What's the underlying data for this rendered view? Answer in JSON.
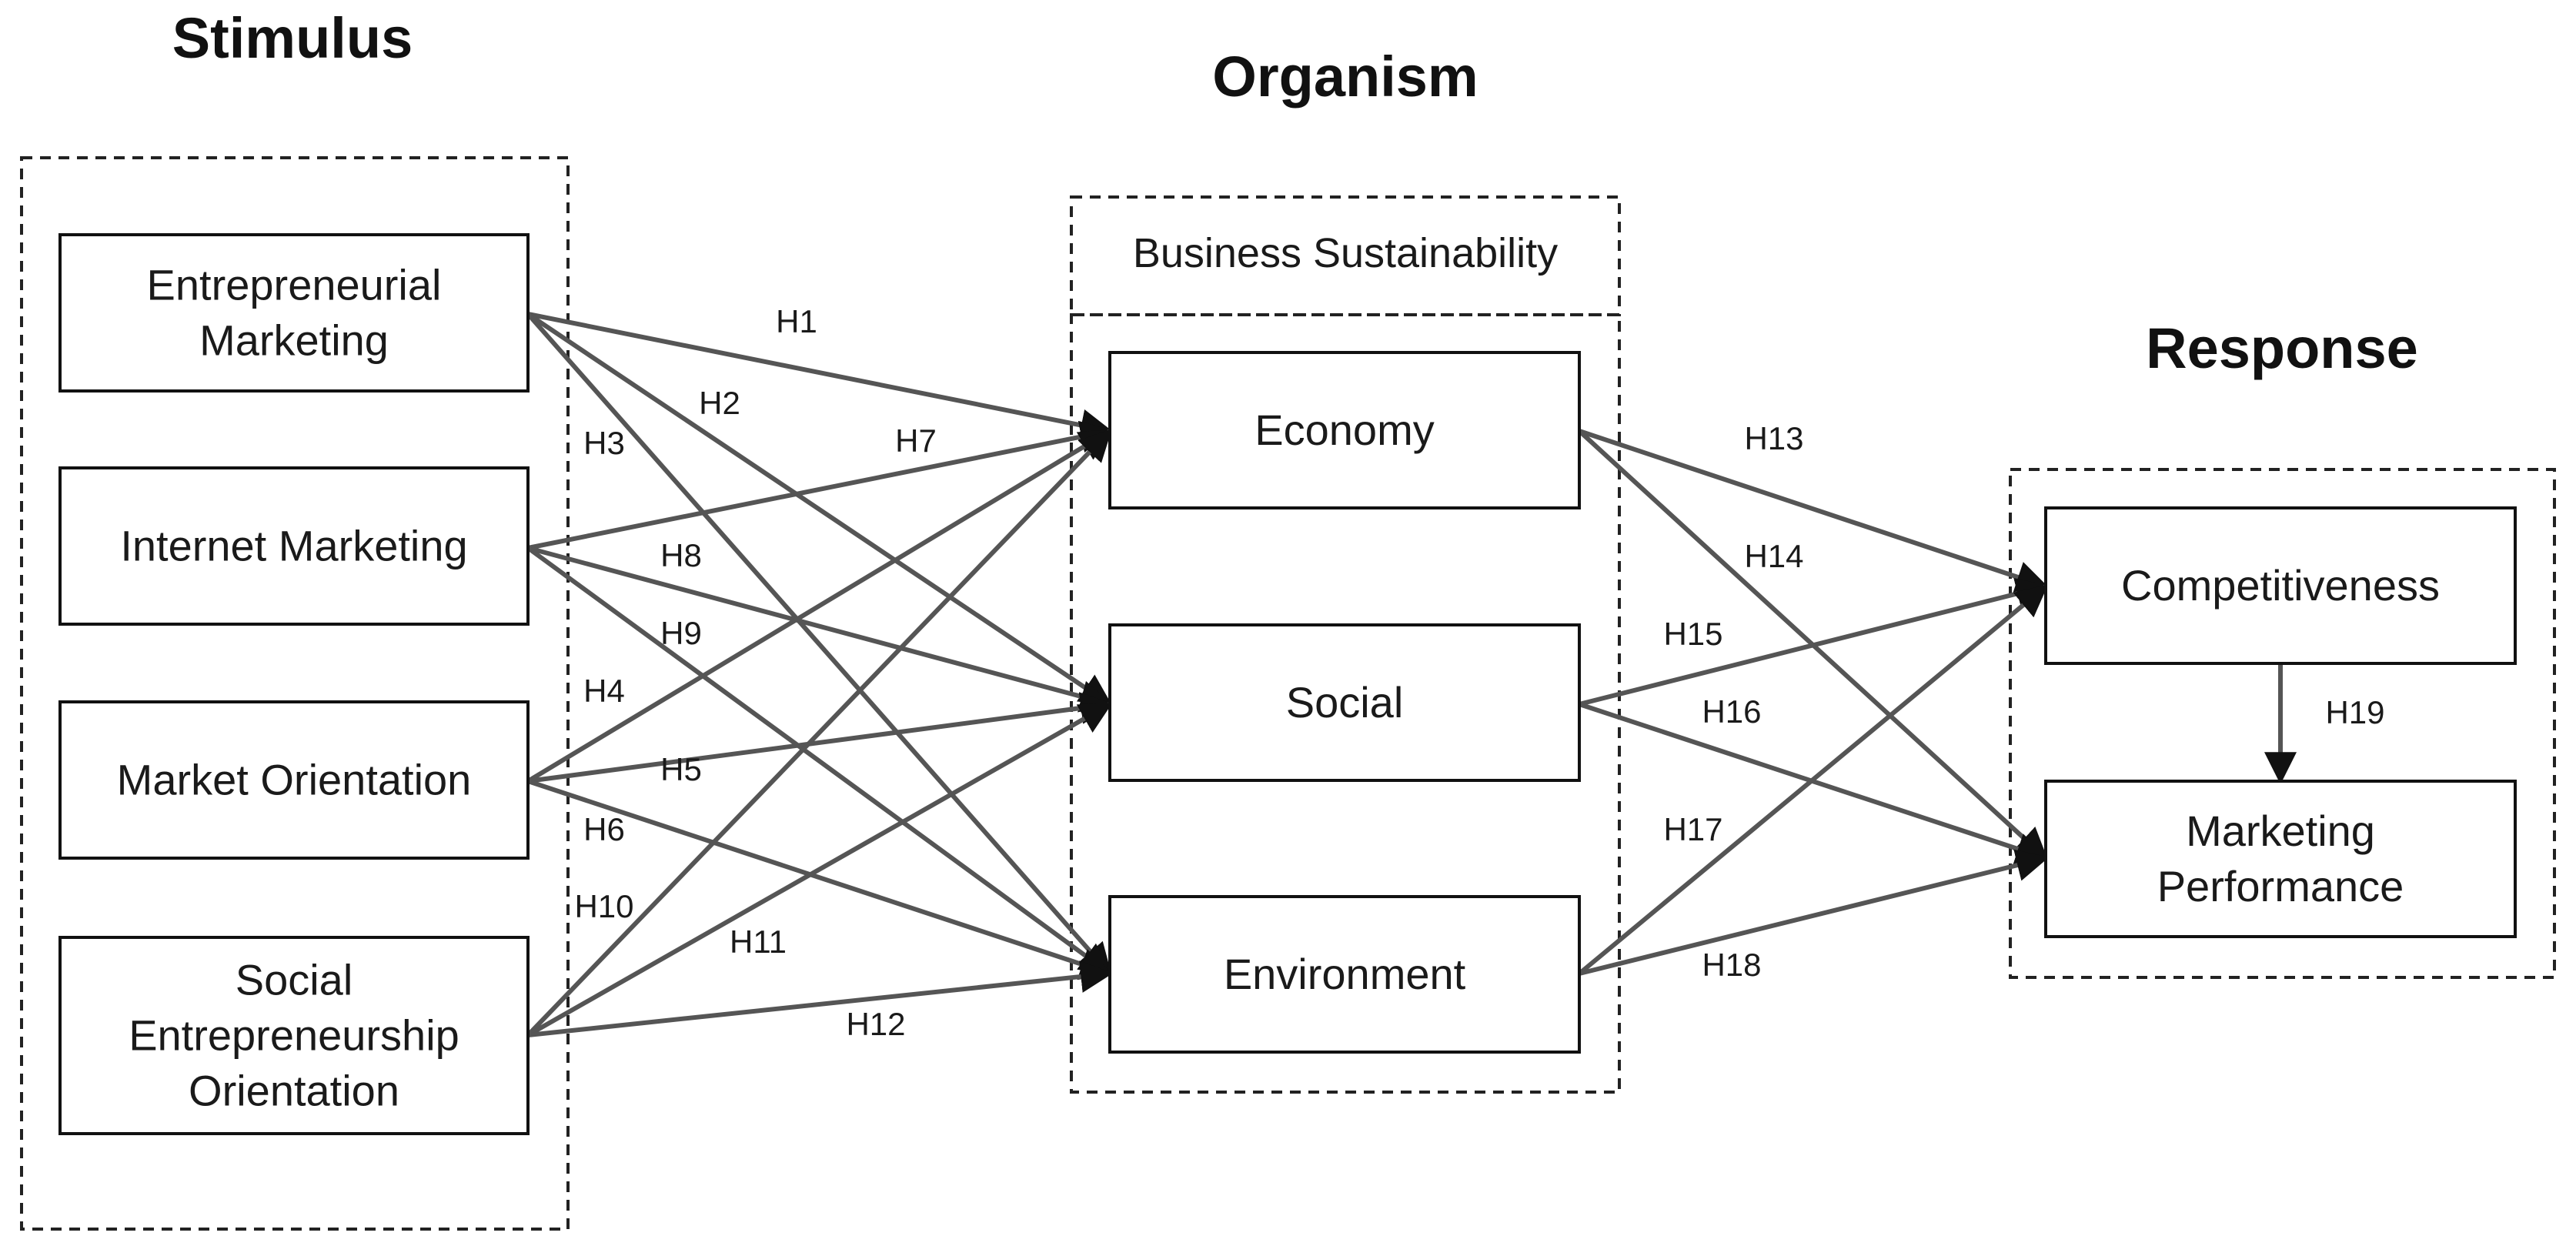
{
  "sections": {
    "stimulus": "Stimulus",
    "organism": "Organism",
    "response": "Response"
  },
  "organism_group_label": "Business Sustainability",
  "constructs": {
    "entrepreneurial_marketing": [
      "Entrepreneurial",
      "Marketing"
    ],
    "internet_marketing": [
      "Internet Marketing"
    ],
    "market_orientation": [
      "Market Orientation"
    ],
    "social_entrepreneurship_orientation": [
      "Social",
      "Entrepreneurship",
      "Orientation"
    ],
    "economy": [
      "Economy"
    ],
    "social": [
      "Social"
    ],
    "environment": [
      "Environment"
    ],
    "competitiveness": [
      "Competitiveness"
    ],
    "marketing_performance": [
      "Marketing",
      "Performance"
    ]
  },
  "hypotheses": [
    {
      "label": "H1",
      "from": "entrepreneurial_marketing",
      "to": "economy"
    },
    {
      "label": "H2",
      "from": "entrepreneurial_marketing",
      "to": "social"
    },
    {
      "label": "H3",
      "from": "entrepreneurial_marketing",
      "to": "environment"
    },
    {
      "label": "H7",
      "from": "internet_marketing",
      "to": "economy"
    },
    {
      "label": "H8",
      "from": "internet_marketing",
      "to": "social"
    },
    {
      "label": "H9",
      "from": "internet_marketing",
      "to": "environment"
    },
    {
      "label": "H4",
      "from": "market_orientation",
      "to": "economy"
    },
    {
      "label": "H5",
      "from": "market_orientation",
      "to": "social"
    },
    {
      "label": "H6",
      "from": "market_orientation",
      "to": "environment"
    },
    {
      "label": "H10",
      "from": "social_entrepreneurship_orientation",
      "to": "economy"
    },
    {
      "label": "H11",
      "from": "social_entrepreneurship_orientation",
      "to": "social"
    },
    {
      "label": "H12",
      "from": "social_entrepreneurship_orientation",
      "to": "environment"
    },
    {
      "label": "H13",
      "from": "economy",
      "to": "competitiveness"
    },
    {
      "label": "H14",
      "from": "economy",
      "to": "marketing_performance"
    },
    {
      "label": "H15",
      "from": "social",
      "to": "competitiveness"
    },
    {
      "label": "H16",
      "from": "social",
      "to": "marketing_performance"
    },
    {
      "label": "H17",
      "from": "environment",
      "to": "competitiveness"
    },
    {
      "label": "H18",
      "from": "environment",
      "to": "marketing_performance"
    },
    {
      "label": "H19",
      "from": "competitiveness",
      "to": "marketing_performance"
    }
  ]
}
